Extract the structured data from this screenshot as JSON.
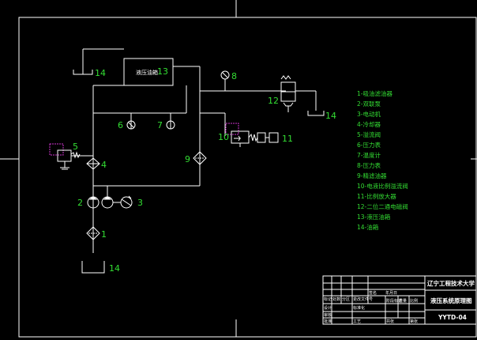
{
  "components": {
    "c1": "1",
    "c2": "2",
    "c3": "3",
    "c4": "4",
    "c5": "5",
    "c6": "6",
    "c7": "7",
    "c8": "8",
    "c9": "9",
    "c10": "10",
    "c11": "11",
    "c12": "12",
    "c13": "13",
    "tank_top": "14",
    "tank_right": "14",
    "tank_bottom": "14"
  },
  "pump_station_label": "液压油箱",
  "legend": [
    "1-吸油滤油器",
    "2-双联泵",
    "3-电动机",
    "4-冷却器",
    "5-溢流阀",
    "6-压力表",
    "7-温度计",
    "8-压力表",
    "9-精滤油器",
    "10-电液比例溢流阀",
    "11-比例放大器",
    "12-二位二通电磁阀",
    "13-液压油箱",
    "14-油箱"
  ],
  "title_block": {
    "school": "辽宁工程技术大学",
    "drawing_title": "液压系统原理图",
    "drawing_no": "YYTD-04",
    "row_labels": [
      "标记",
      "处数",
      "分区",
      "更改文件号",
      "签名",
      "年月日"
    ],
    "row_labels2": [
      "设计",
      "标准化",
      "阶段标记",
      "重量",
      "比例"
    ],
    "row_labels3": [
      "审核",
      "工艺",
      "批准",
      "共张",
      "第张"
    ]
  },
  "colors": {
    "line": "#ffffff",
    "label": "#33dd33",
    "accent": "#cc33cc",
    "background": "#000000"
  }
}
